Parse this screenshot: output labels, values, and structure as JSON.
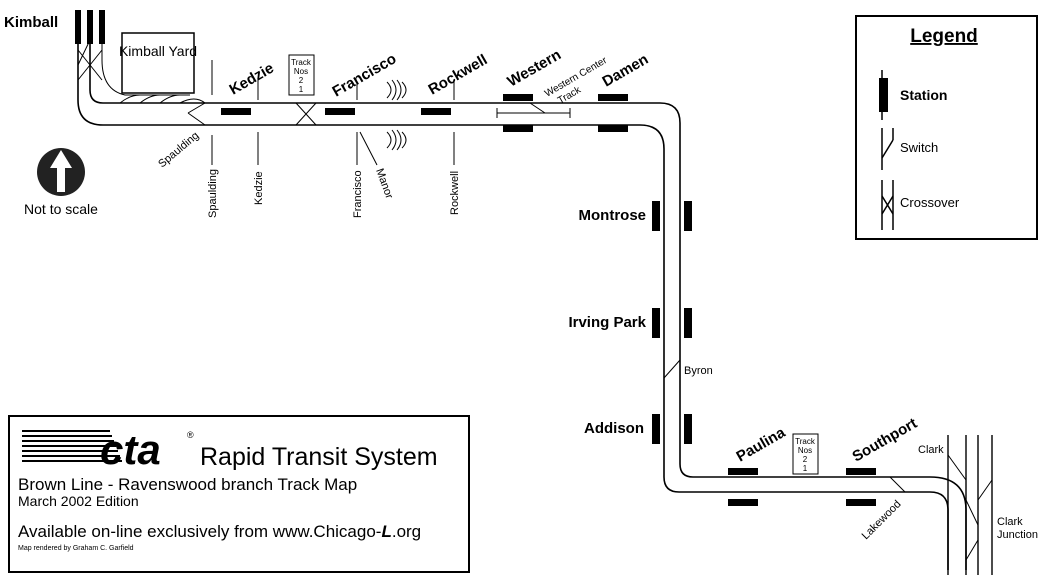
{
  "stations": {
    "kimball": "Kimball",
    "kedzie": "Kedzie",
    "francisco": "Francisco",
    "rockwell": "Rockwell",
    "western": "Western",
    "damen": "Damen",
    "montrose": "Montrose",
    "irving_park": "Irving Park",
    "addison": "Addison",
    "paulina": "Paulina",
    "southport": "Southport"
  },
  "features": {
    "kimball_yard": "Kimball Yard",
    "track_nos_title": "Track",
    "track_nos_sub": "Nos",
    "track_no_2": "2",
    "track_no_1": "1",
    "western_center_track_1": "Western Center",
    "western_center_track_2": "Track",
    "byron": "Byron",
    "clark": "Clark",
    "clark_junction_1": "Clark",
    "clark_junction_2": "Junction",
    "lakewood": "Lakewood"
  },
  "streets": {
    "spaulding_switch": "Spaulding",
    "spaulding": "Spaulding",
    "kedzie": "Kedzie",
    "francisco": "Francisco",
    "manor": "Manor",
    "rockwell": "Rockwell"
  },
  "north_arrow_label": "Not to scale",
  "legend": {
    "title": "Legend",
    "station": "Station",
    "switch": "Switch",
    "crossover": "Crossover"
  },
  "title_box": {
    "logo": "cta",
    "registered": "®",
    "system": "Rapid Transit System",
    "line": "Brown Line - Ravenswood branch Track Map",
    "edition": "March 2002 Edition",
    "available_prefix": "Available on-line exclusively from www.Chicago-",
    "available_L": "L",
    "available_suffix": ".org",
    "credit": "Map rendered by Graham C. Garfield"
  }
}
